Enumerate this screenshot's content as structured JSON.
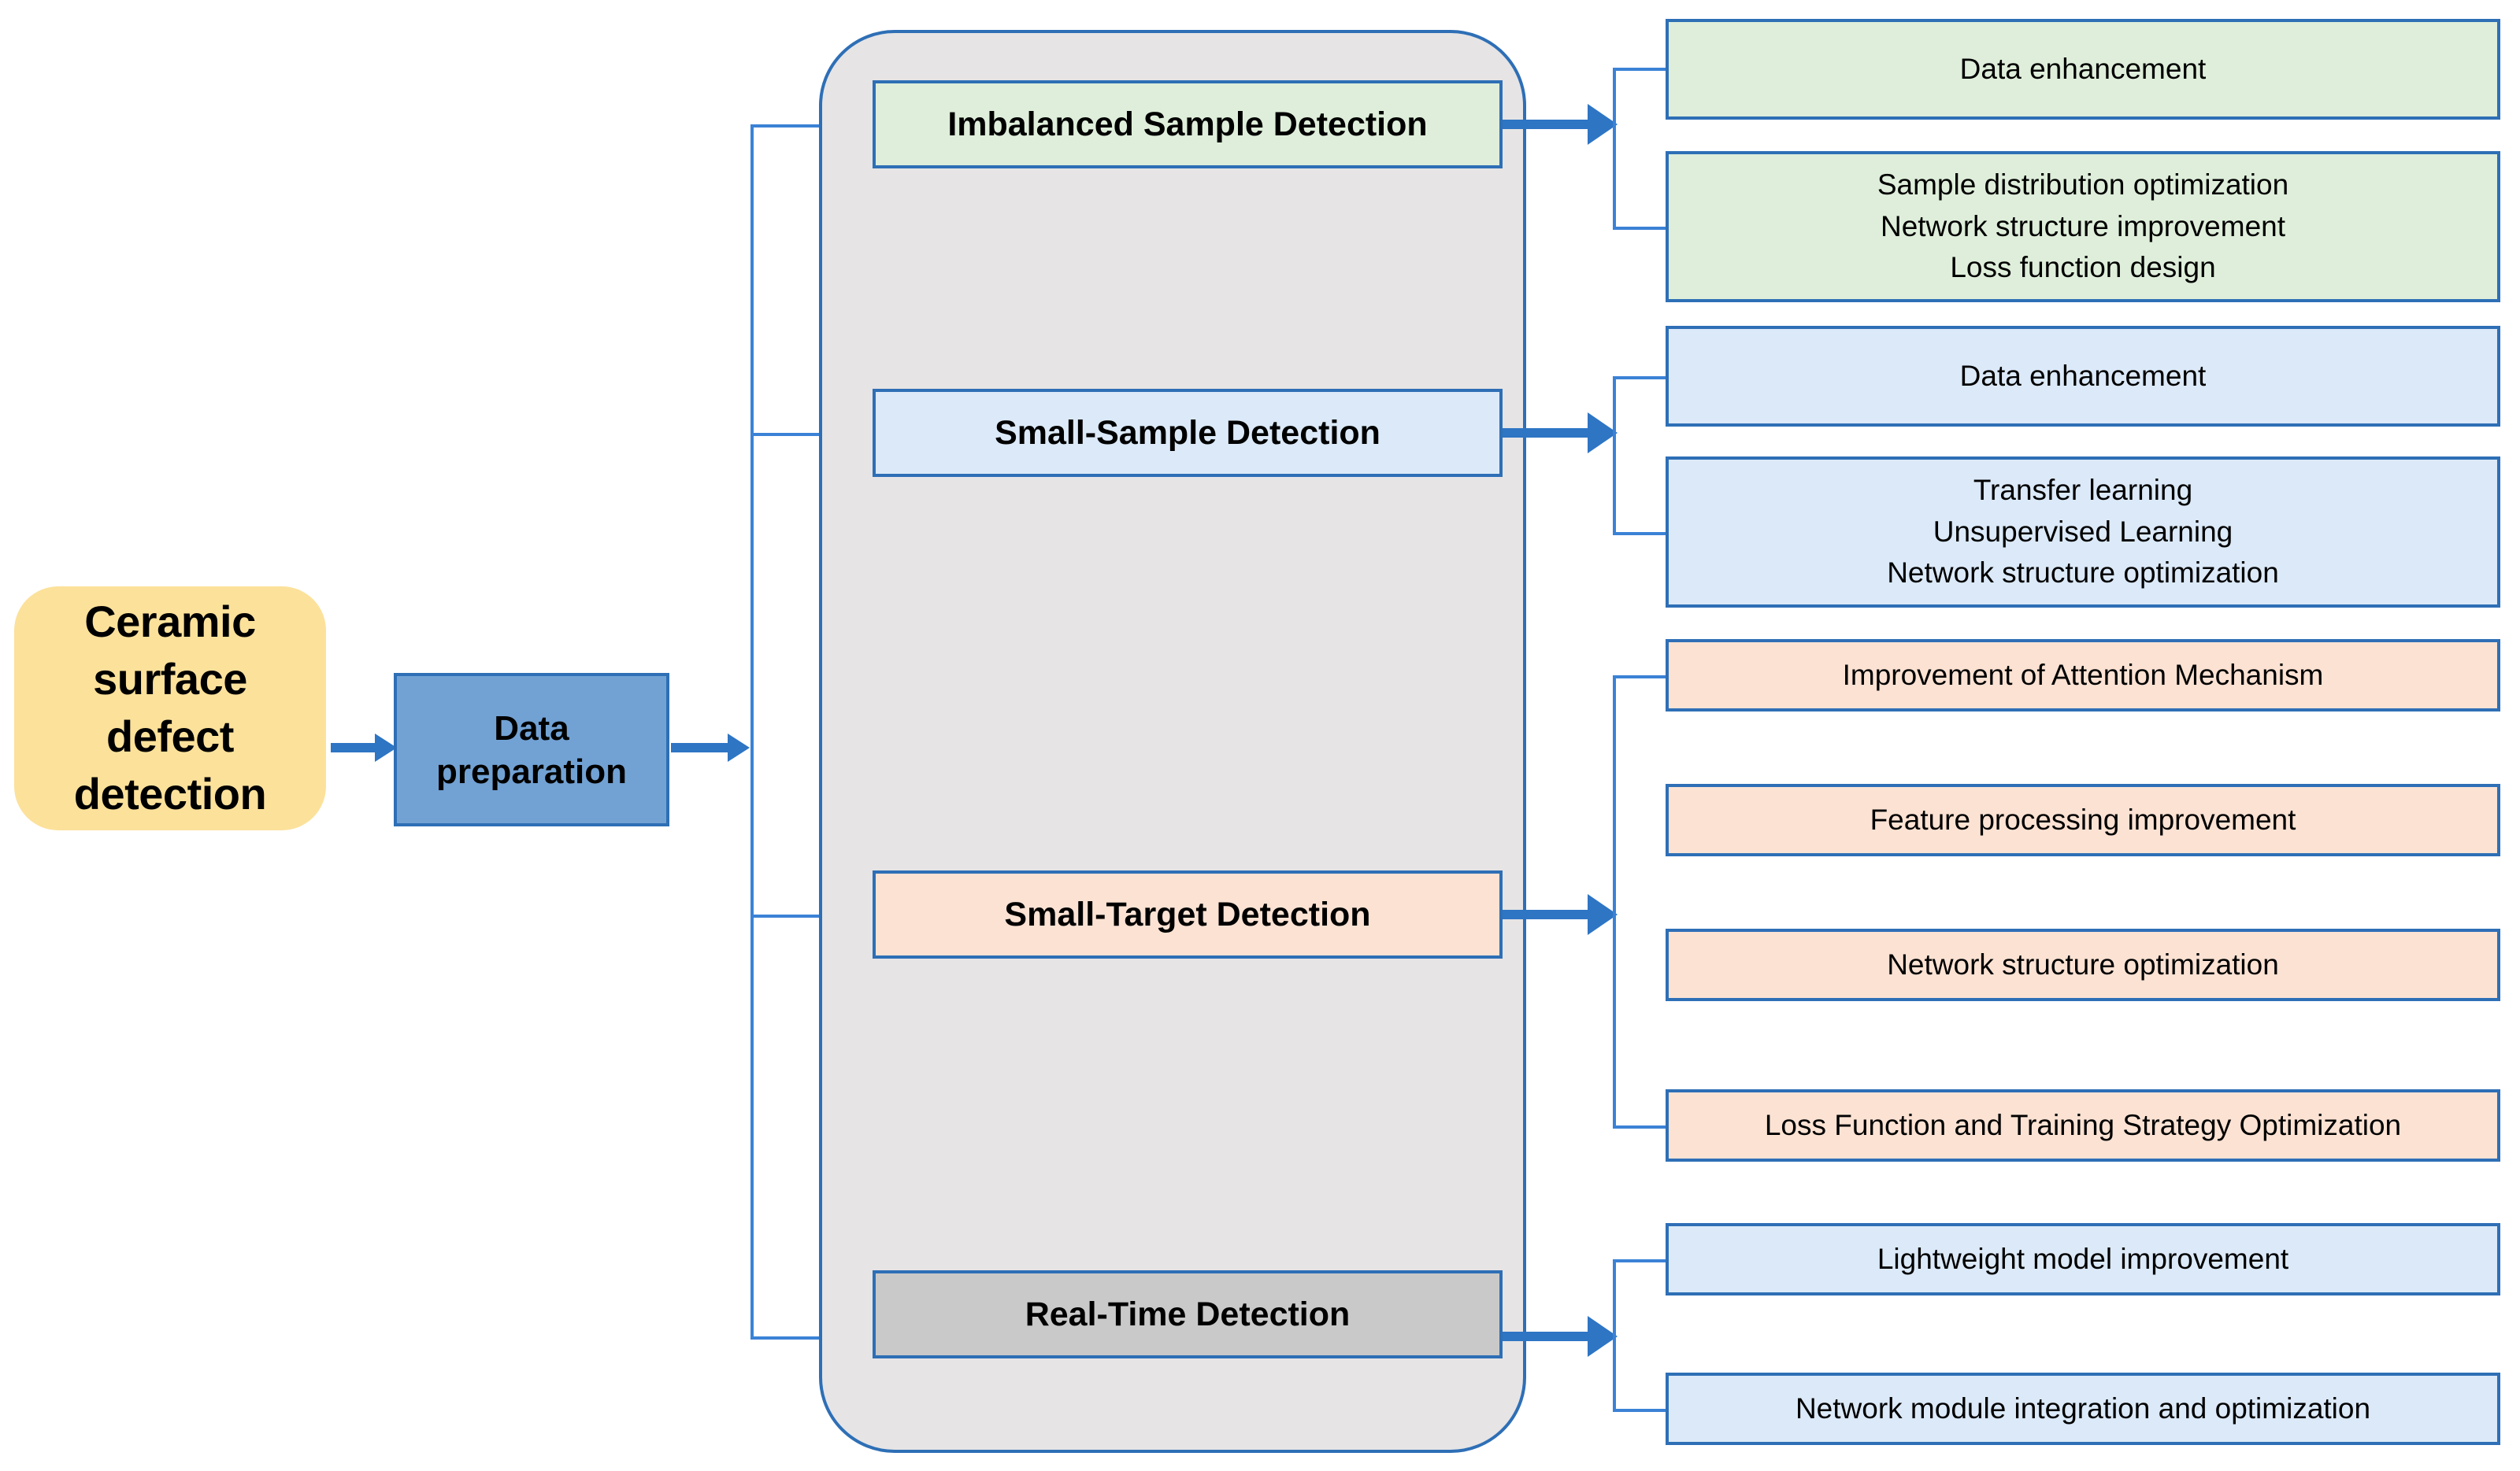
{
  "diagram": {
    "root": {
      "label": "Ceramic\nsurface\ndefect\ndetection"
    },
    "preparation": {
      "label": "Data\npreparation"
    },
    "categories": [
      {
        "id": "imbalanced-sample-detection",
        "label": "Imbalanced Sample Detection",
        "color": "#DEEEDA"
      },
      {
        "id": "small-sample-detection",
        "label": "Small-Sample Detection",
        "color": "#DBE9F8"
      },
      {
        "id": "small-target-detection",
        "label": "Small-Target Detection",
        "color": "#FBE2D3"
      },
      {
        "id": "real-time-detection",
        "label": "Real-Time Detection",
        "color": "#C9C9C9"
      }
    ],
    "leaves": {
      "imbalanced": [
        {
          "label": "Data enhancement"
        },
        {
          "label": "Sample distribution optimization\nNetwork structure improvement\nLoss function design"
        }
      ],
      "small_sample": [
        {
          "label": "Data enhancement"
        },
        {
          "label": "Transfer learning\nUnsupervised Learning\nNetwork structure optimization"
        }
      ],
      "small_target": [
        {
          "label": "Improvement of Attention Mechanism"
        },
        {
          "label": "Feature processing improvement"
        },
        {
          "label": "Network structure optimization"
        },
        {
          "label": "Loss Function and Training Strategy Optimization"
        }
      ],
      "real_time": [
        {
          "label": "Lightweight model improvement"
        },
        {
          "label": "Network module integration and optimization"
        }
      ]
    },
    "colors": {
      "connector": "#3B82D6",
      "arrow": "#2E75C4",
      "border": "#2E6FB6",
      "root_fill": "#FCE19B",
      "prep_fill": "#72A2D4",
      "container_fill": "#E6E4E5",
      "green_fill": "#DEEEDA",
      "blue_fill": "#DBE9F8",
      "orange_fill": "#FBE2D3",
      "grey_fill": "#C9C9C9"
    }
  }
}
